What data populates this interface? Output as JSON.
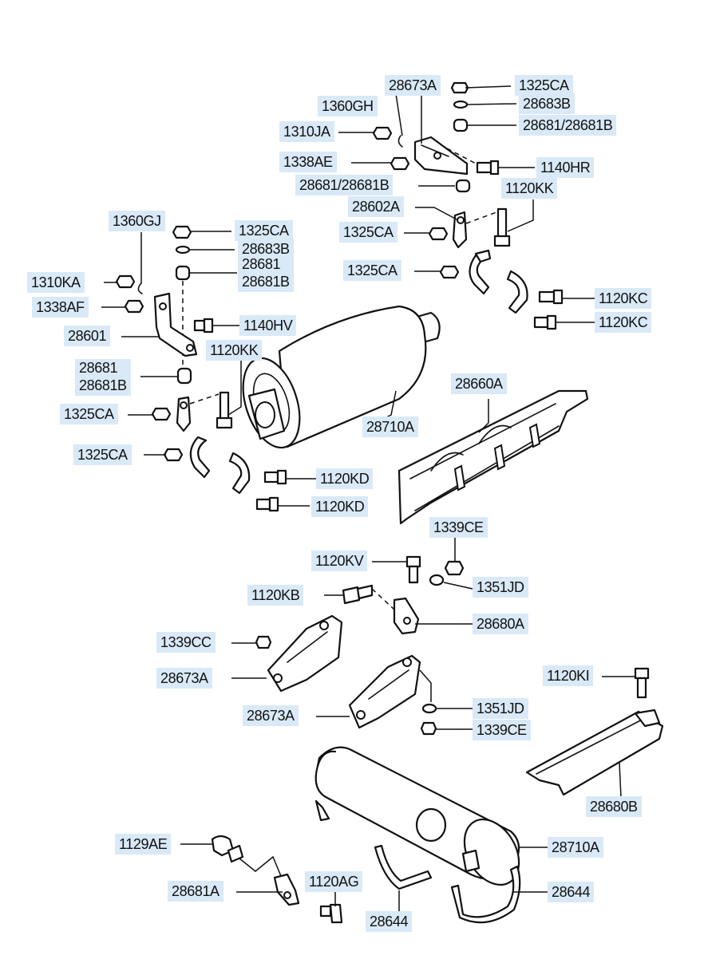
{
  "labels": {
    "l01": "28673A",
    "l02": "1325CA",
    "l03": "28683B",
    "l04": "28681/28681B",
    "l05": "1360GH",
    "l06": "1310JA",
    "l07": "1338AE",
    "l08": "1140HR",
    "l09": "28681/28681B",
    "l10": "1120KK",
    "l11": "28602A",
    "l12": "1325CA",
    "l13": "1360GJ",
    "l14": "1325CA",
    "l15": "28683B",
    "l16a": "28681",
    "l16b": "28681B",
    "l17": "1325CA",
    "l18": "1310KA",
    "l19": "1338AF",
    "l20": "1120KC",
    "l21": "1120KC",
    "l22": "1140HV",
    "l23": "28601",
    "l24": "1120KK",
    "l25a": "28681",
    "l25b": "28681B",
    "l26": "28660A",
    "l27": "28710A",
    "l28": "1325CA",
    "l29": "1325CA",
    "l30": "1120KD",
    "l31": "1120KD",
    "l32": "1339CE",
    "l33": "1120KV",
    "l34": "1351JD",
    "l35": "1120KB",
    "l36": "28680A",
    "l37": "1339CC",
    "l38": "28673A",
    "l39": "1120KI",
    "l40": "28673A",
    "l41": "1351JD",
    "l42": "1339CE",
    "l43": "28680B",
    "l44": "1129AE",
    "l45": "28710A",
    "l46": "28681A",
    "l47": "1120AG",
    "l48": "28644",
    "l49": "28644"
  }
}
